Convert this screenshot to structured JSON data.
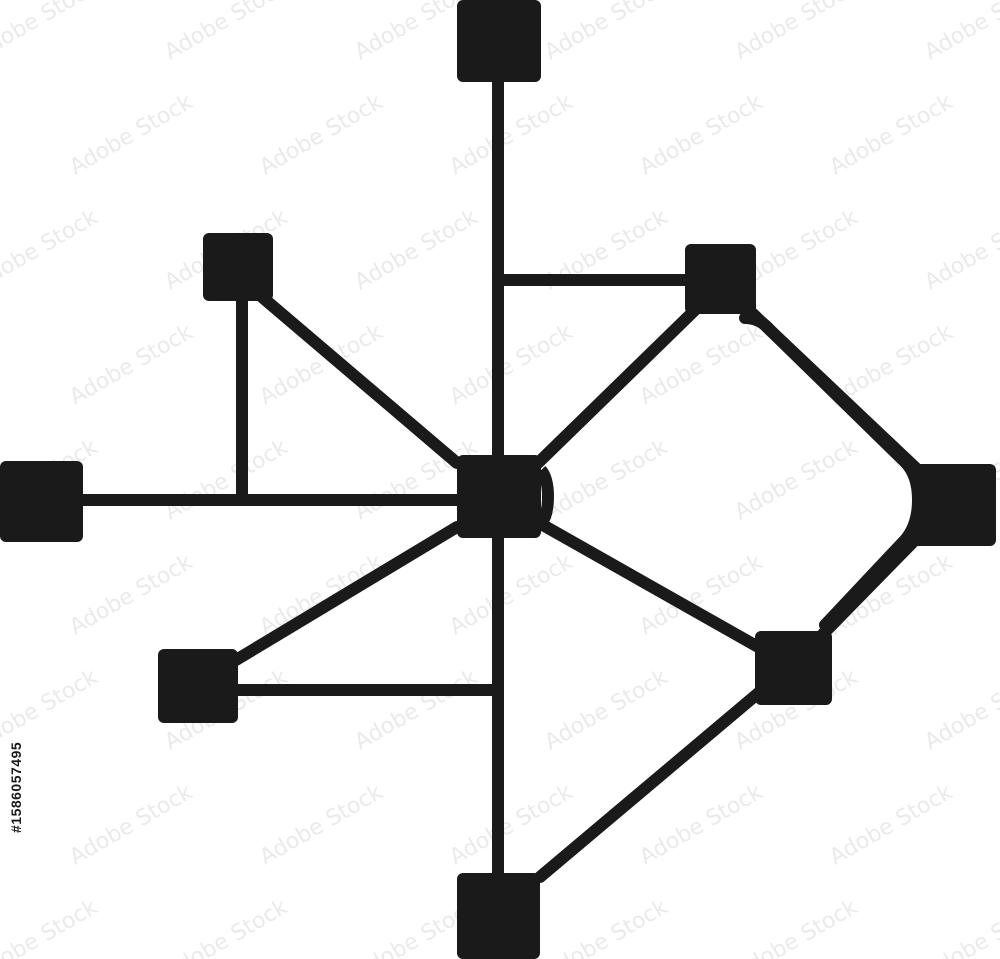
{
  "diagram": {
    "ink_color": "#1a1a1a",
    "background": "#ffffff",
    "nodes": [
      {
        "id": "hub",
        "name": "node-hub"
      },
      {
        "id": "top",
        "name": "node-top"
      },
      {
        "id": "upper-left",
        "name": "node-upper-left"
      },
      {
        "id": "upper-right",
        "name": "node-upper-right"
      },
      {
        "id": "left",
        "name": "node-left"
      },
      {
        "id": "right",
        "name": "node-right"
      },
      {
        "id": "lower-left",
        "name": "node-lower-left"
      },
      {
        "id": "lower-right",
        "name": "node-lower-right"
      },
      {
        "id": "bottom",
        "name": "node-bottom"
      }
    ],
    "edges": [
      {
        "from": "hub",
        "to": "top"
      },
      {
        "from": "hub",
        "to": "upper-left"
      },
      {
        "from": "hub",
        "to": "upper-right"
      },
      {
        "from": "hub",
        "to": "left"
      },
      {
        "from": "hub",
        "to": "lower-left"
      },
      {
        "from": "hub",
        "to": "lower-right"
      },
      {
        "from": "hub",
        "to": "bottom"
      },
      {
        "from": "upper-right",
        "to": "right"
      },
      {
        "from": "right",
        "to": "lower-right"
      },
      {
        "from": "lower-right",
        "to": "bottom"
      },
      {
        "from": "upper-left",
        "to": "left"
      },
      {
        "from": "lower-left",
        "to": "bottom"
      },
      {
        "from": "top",
        "to": "upper-right"
      }
    ]
  },
  "watermark": {
    "text": "Adobe Stock",
    "color": "#d9d9d9"
  },
  "stock_id": "#1586057495"
}
